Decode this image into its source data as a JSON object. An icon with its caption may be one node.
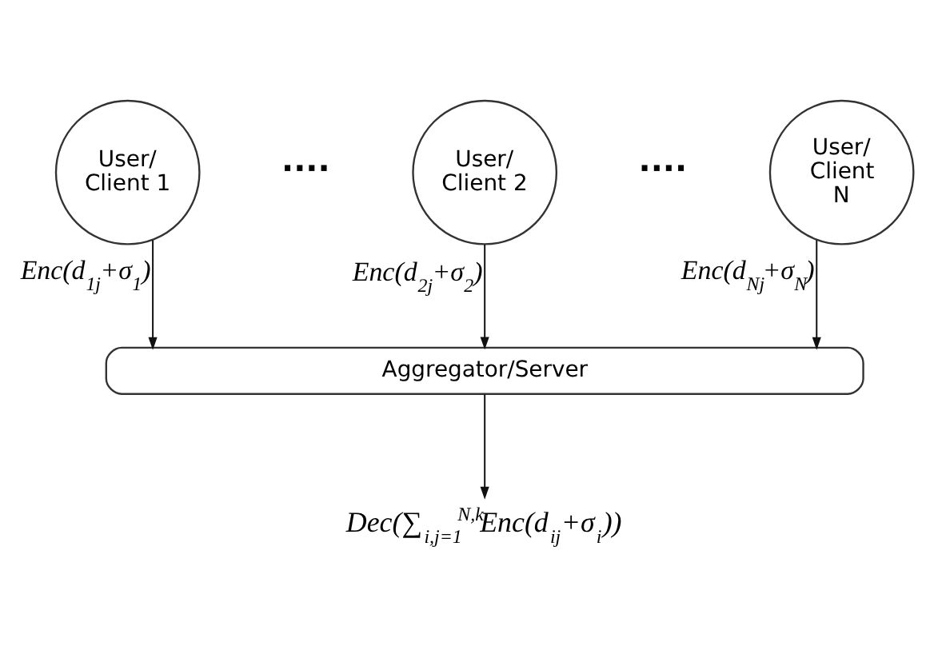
{
  "diagram": {
    "nodes": [
      {
        "text": [
          "User/ Client 1"
        ]
      },
      {
        "text": [
          "User/ Client 2"
        ]
      },
      {
        "text": [
          "User/ Client N"
        ]
      },
      {
        "text": [
          "Aggregator/Server"
        ]
      },
      {
        "text": [
          "Dec(∑$_{i,j=1}$$^{N,k}$Enc(d$_{ij}$+σ$_{i}$))"
        ]
      }
    ],
    "edges": [
      {
        "from": 0,
        "to": 3,
        "arrow": "to",
        "label": "Enc(d$_{1j}$+σ$_{1}$)"
      },
      {
        "from": 1,
        "to": 3,
        "arrow": "to",
        "label": "Enc(d$_{2j}$+σ$_{2}$)"
      },
      {
        "from": 2,
        "to": 3,
        "arrow": "to",
        "label": "Enc(d$_{Nj}$+σ$_{N}$)"
      },
      {
        "from": 3,
        "to": 4,
        "arrow": "to"
      }
    ],
    "labels": [
      "····",
      "····"
    ]
  }
}
